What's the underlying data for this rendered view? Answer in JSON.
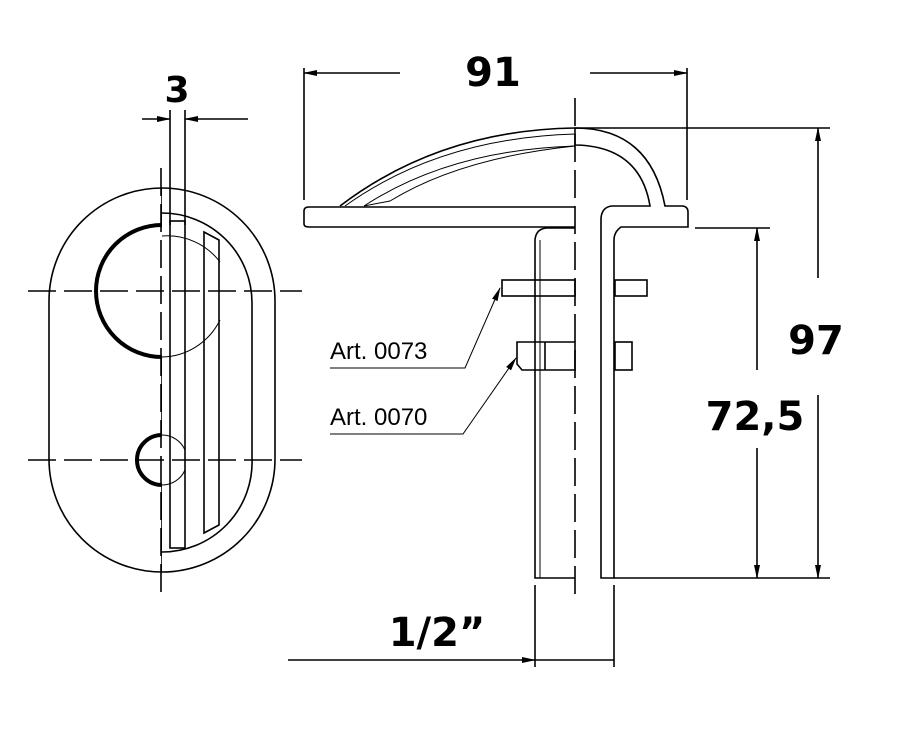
{
  "dimensions": {
    "slot_width": "3",
    "overall_width": "91",
    "overall_height": "97",
    "pipe_height": "72,5",
    "thread_size": "1/2”"
  },
  "labels": {
    "washer": "Art. 0073",
    "nut": "Art. 0070"
  },
  "colors": {
    "line": "#000000",
    "background": "#ffffff"
  }
}
